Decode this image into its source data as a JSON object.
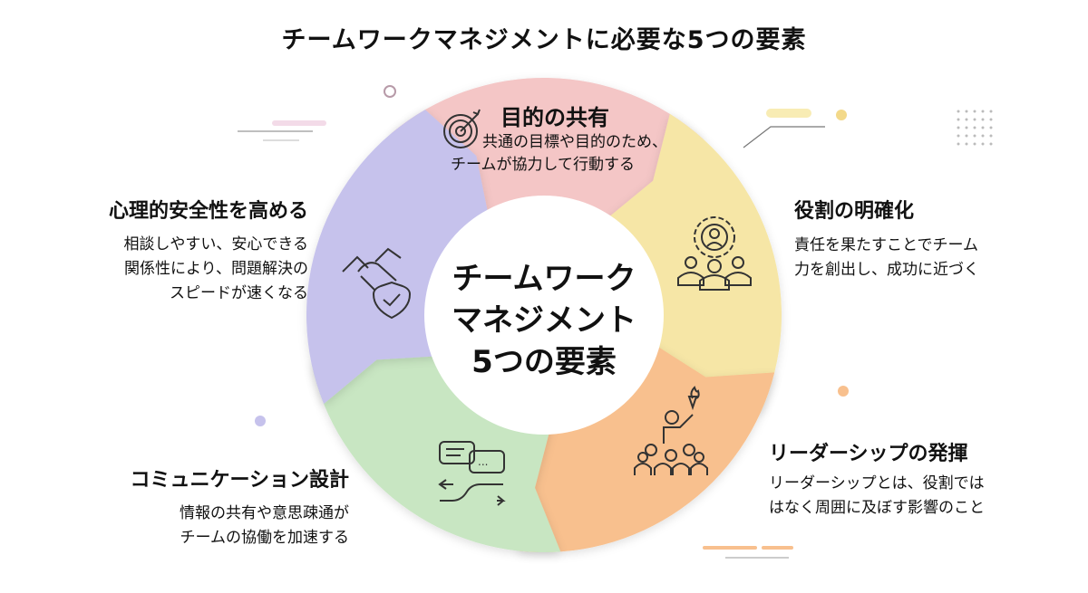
{
  "title": "チームワークマネジメントに必要な5つの要素",
  "center": {
    "line1": "チームワーク",
    "line2": "マネジメント",
    "line3": "5つの要素"
  },
  "elements": [
    {
      "heading": "目的の共有",
      "desc1": "共通の目標や目的のため、",
      "desc2": "チームが協力して行動する",
      "icon": "target-icon",
      "color": "#f4c6c6"
    },
    {
      "heading": "役割の明確化",
      "desc1": "責任を果たすことでチーム",
      "desc2": "力を創出し、成功に近づく",
      "icon": "team-gear-icon",
      "color": "#f6e6a6"
    },
    {
      "heading": "リーダーシップの発揮",
      "desc1": "リーダーシップとは、役割では",
      "desc2": "はなく周囲に及ぼす影響のこと",
      "icon": "leader-torch-icon",
      "color": "#f8c08e"
    },
    {
      "heading": "コミュニケーション設計",
      "desc1": "情報の共有や意思疎通が",
      "desc2": "チームの協働を加速する",
      "icon": "chat-exchange-icon",
      "color": "#c8e6c2"
    },
    {
      "heading": "心理的安全性を高める",
      "desc1": "相談しやすい、安心できる",
      "desc2": "関係性により、問題解決の",
      "desc3": "スピードが速くなる",
      "icon": "handshake-shield-icon",
      "color": "#c6c2ec"
    }
  ]
}
